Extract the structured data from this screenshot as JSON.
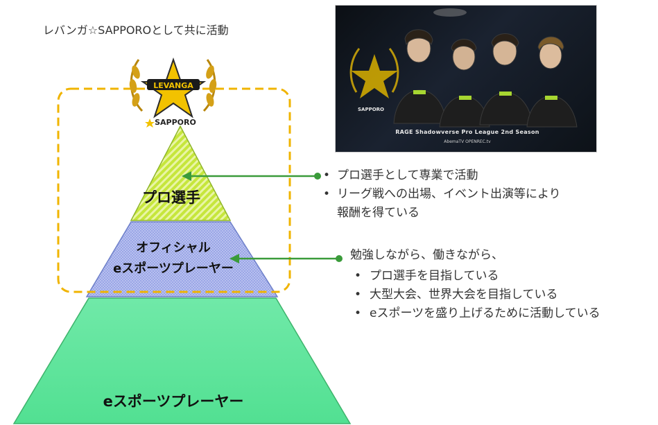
{
  "caption": "レバンガ☆SAPPOROとして共に活動",
  "logo": {
    "icon": "levanga-star-wheat-logo",
    "text": "LEVANGA",
    "team": "SAPPORO"
  },
  "photo": {
    "team_text": "SAPPORO",
    "league_text": "RAGE Shadowverse Pro League 2nd Season",
    "sponsor_text": "AbemaTV    OPENREC.tv"
  },
  "pyramid": {
    "tiers": [
      {
        "label": "プロ選手"
      },
      {
        "label_line1": "オフィシャル",
        "label_line2": "eスポーツプレーヤー"
      },
      {
        "label": "eスポーツプレーヤー"
      }
    ]
  },
  "pro_description": {
    "items": [
      {
        "text": "プロ選手として専業で活動"
      },
      {
        "text": "リーグ戦への出場、イベント出演等により"
      },
      {
        "text": "報酬を得ている"
      }
    ]
  },
  "official_description": {
    "heading": "勉強しながら、働きながら、",
    "items": [
      {
        "text": "プロ選手を目指している"
      },
      {
        "text": "大型大会、世界大会を目指している"
      },
      {
        "text": "eスポーツを盛り上げるために活動している"
      }
    ]
  },
  "colors": {
    "top_tier": "#c6e63c",
    "middle_tier": "#9aa6e6",
    "bottom_tier": "#62e79f",
    "connector": "#3a9b3a",
    "group_outline": "#f0b400"
  }
}
